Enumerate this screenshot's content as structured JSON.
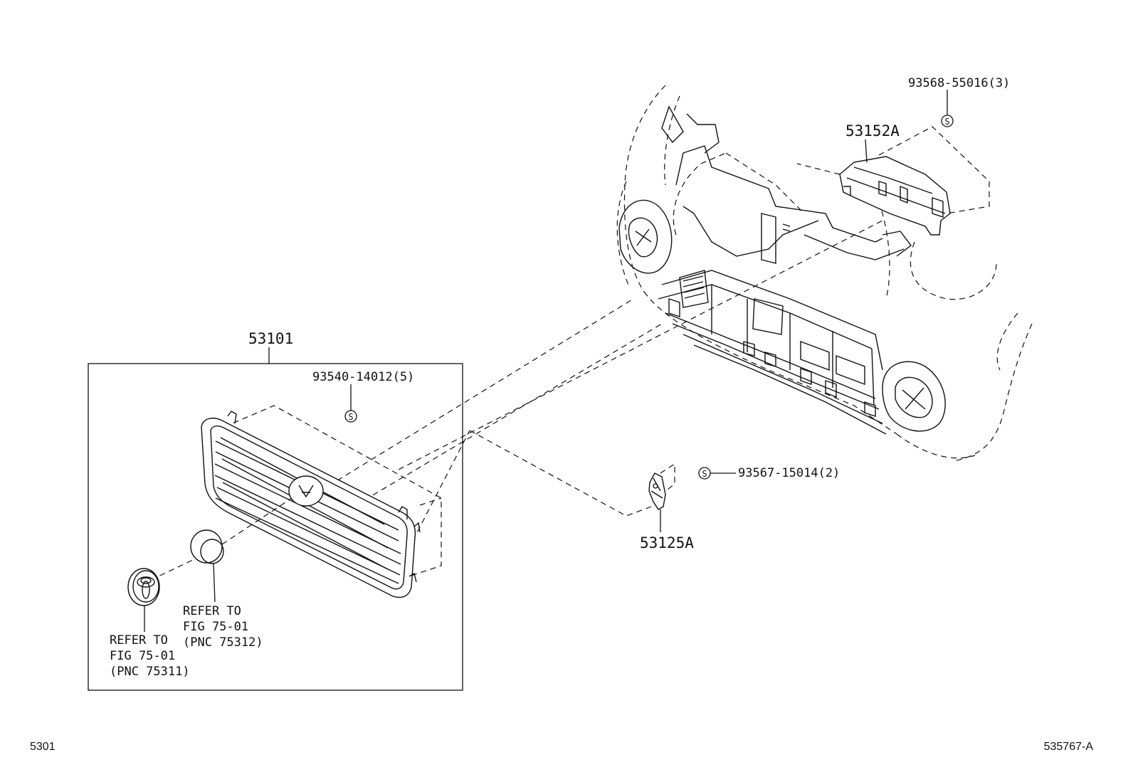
{
  "diagram": {
    "callouts": {
      "grille": "53101",
      "grille_screw": "93540-14012(5)",
      "upper_retainer": "53152A",
      "upper_screw": "93568-55016(3)",
      "bracket": "53125A",
      "bracket_screw": "93567-15014(2)"
    },
    "screw_symbol": "S",
    "notes": {
      "emblem_ref": [
        "REFER TO",
        "FIG 75-01",
        "(PNC 75311)"
      ],
      "cover_ref": [
        "REFER TO",
        "FIG 75-01",
        "(PNC 75312)"
      ]
    },
    "footer": {
      "figure_number": "5301",
      "drawing_number": "535767-A"
    }
  }
}
